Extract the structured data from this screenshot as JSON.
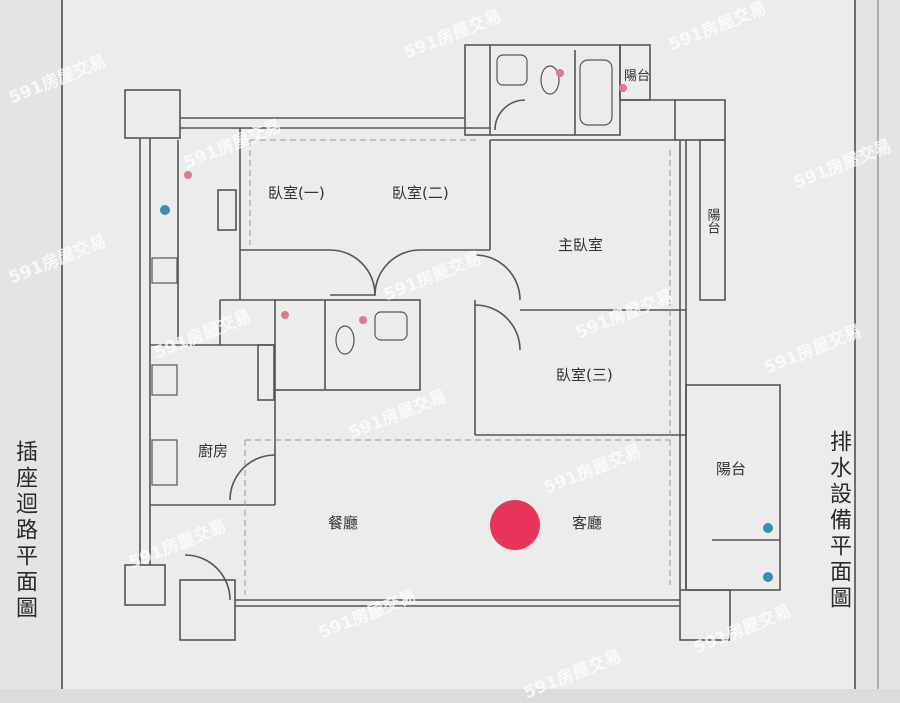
{
  "side_titles": {
    "left": "插座迴路平面圖",
    "right": "排水設備平面圖"
  },
  "rooms": {
    "bedroom1": "臥室(一)",
    "bedroom2": "臥室(二)",
    "master_bedroom": "主臥室",
    "bedroom3": "臥室(三)",
    "kitchen": "廚房",
    "dining": "餐廳",
    "living": "客廳",
    "balcony_main": "陽台",
    "balcony_top": "陽台",
    "balcony_side": "陽台"
  },
  "watermark": "591房屋交易",
  "colors": {
    "marker": "#e8345a",
    "fixture_blue": "#3a8fb0",
    "fixture_pink": "#e07a8a",
    "paper": "#ececec",
    "line": "#555555"
  }
}
